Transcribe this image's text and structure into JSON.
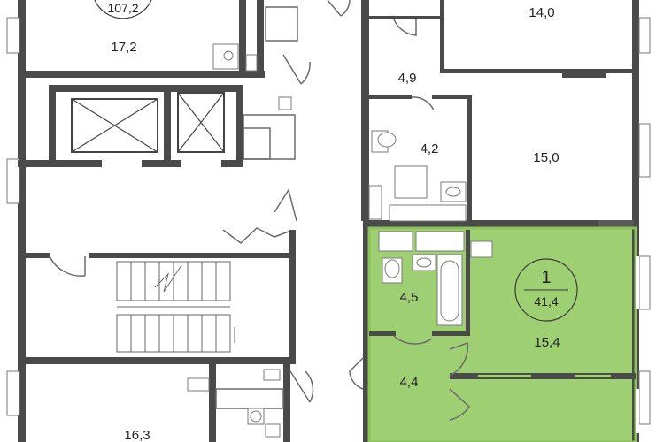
{
  "plan": {
    "colors": {
      "wall": "#4a4a4a",
      "highlight_fill": "#9fcf73",
      "highlight_border": "#8cc25a",
      "badge_fill": "#9fcf73"
    },
    "room_areas": {
      "top_left_total": "107,2",
      "top_left_room": "17,2",
      "top_right_room": "14,0",
      "hall_right": "4,9",
      "bath_right": "4,2",
      "room_right_mid": "15,0",
      "bottom_left_room": "16,3"
    },
    "selected_apartment": {
      "rooms_count": "1",
      "total_area": "41,4",
      "living_room": "15,4",
      "bathroom": "4,5",
      "hallway": "4,4"
    }
  }
}
